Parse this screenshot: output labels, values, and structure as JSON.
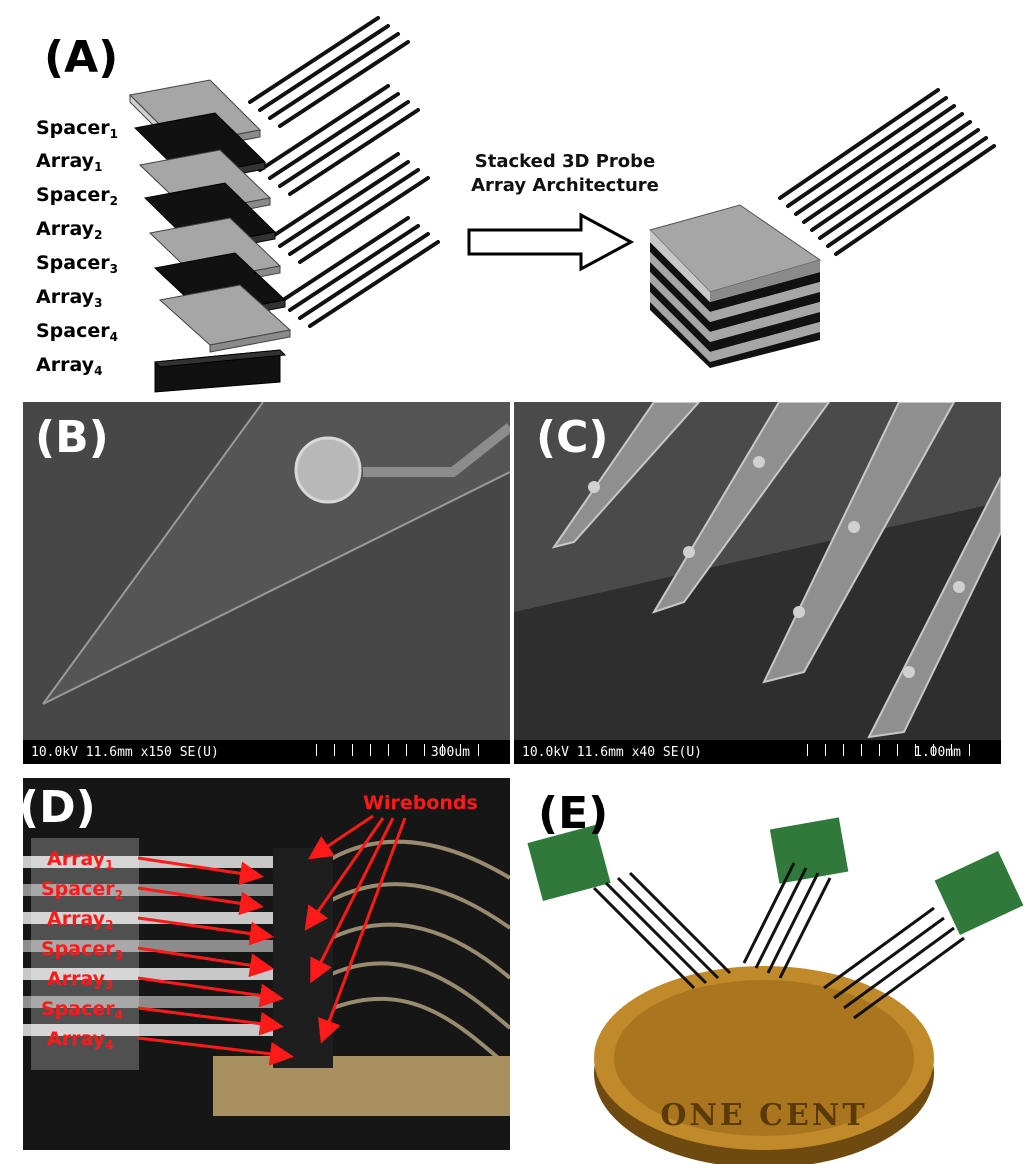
{
  "panels": {
    "a": {
      "label": "(A)",
      "layers": [
        {
          "base": "Spacer",
          "sub": "1"
        },
        {
          "base": "Array",
          "sub": "1"
        },
        {
          "base": "Spacer",
          "sub": "2"
        },
        {
          "base": "Array",
          "sub": "2"
        },
        {
          "base": "Spacer",
          "sub": "3"
        },
        {
          "base": "Array",
          "sub": "3"
        },
        {
          "base": "Spacer",
          "sub": "4"
        },
        {
          "base": "Array",
          "sub": "4"
        }
      ],
      "arrow_caption_line1": "Stacked 3D Probe",
      "arrow_caption_line2": "Array Architecture"
    },
    "b": {
      "label": "(B)",
      "scalebar_left": "10.0kV 11.6mm x150 SE(U)",
      "scalebar_right": "300um"
    },
    "c": {
      "label": "(C)",
      "scalebar_left": "10.0kV 11.6mm x40 SE(U)",
      "scalebar_right": "1.00mm"
    },
    "d": {
      "label": "(D)",
      "wirebonds": "Wirebonds",
      "layers": [
        {
          "base": "Array",
          "sub": "1"
        },
        {
          "base": "Spacer",
          "sub": "2"
        },
        {
          "base": "Array",
          "sub": "2"
        },
        {
          "base": "Spacer",
          "sub": "3"
        },
        {
          "base": "Array",
          "sub": "3"
        },
        {
          "base": "Spacer",
          "sub": "4"
        },
        {
          "base": "Array",
          "sub": "4"
        }
      ]
    },
    "e": {
      "label": "(E)",
      "coin_text": "ONE CENT"
    }
  },
  "colors": {
    "spacer_gray": "#a6a6a6",
    "array_black": "#111111",
    "sem_bg": "#4a4a4a",
    "annotation_red": "#ff1a1a",
    "coin_gold": "#c08a2a"
  }
}
